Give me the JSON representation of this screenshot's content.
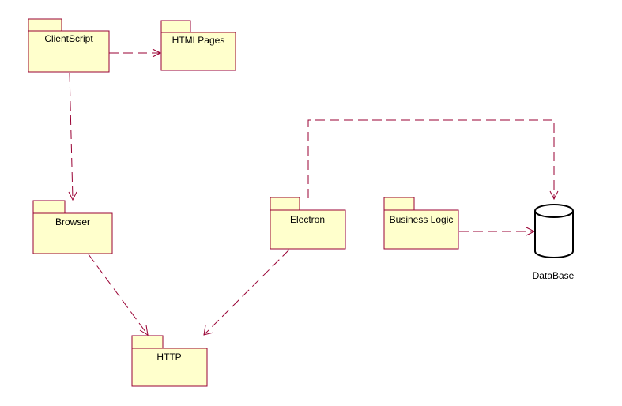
{
  "colors": {
    "package_fill": "#ffffcc",
    "package_stroke": "#990033",
    "dependency_stroke": "#990033",
    "database_stroke": "#000000"
  },
  "packages": {
    "client_script": "ClientScript",
    "html_pages": "HTMLPages",
    "browser": "Browser",
    "electron": "Electron",
    "business_logic": "Business Logic",
    "http": "HTTP"
  },
  "database": {
    "label": "DataBase",
    "icon": "database-cylinder-icon"
  },
  "dependencies": [
    {
      "from": "ClientScript",
      "to": "HTMLPages"
    },
    {
      "from": "ClientScript",
      "to": "Browser"
    },
    {
      "from": "Browser",
      "to": "HTTP"
    },
    {
      "from": "Electron",
      "to": "HTTP"
    },
    {
      "from": "Electron",
      "to": "DataBase"
    },
    {
      "from": "Business Logic",
      "to": "DataBase"
    }
  ]
}
